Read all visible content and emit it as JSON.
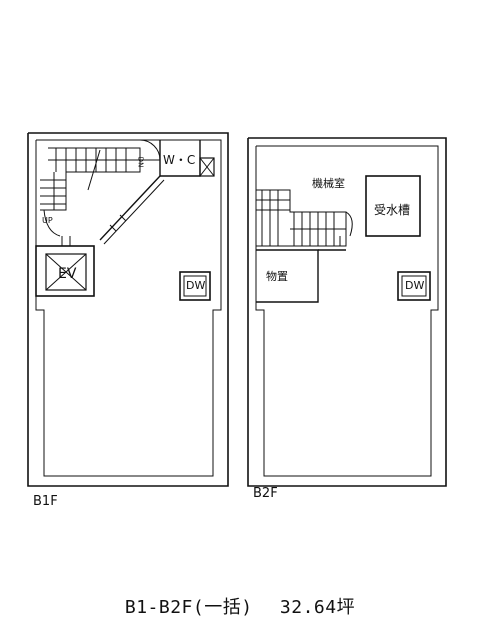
{
  "floors": {
    "b1": {
      "label": "B1F",
      "rooms": {
        "wc": "W・C",
        "up": "UP",
        "ev": "EV",
        "dw": "DW",
        "dn": "DN"
      }
    },
    "b2": {
      "label": "B2F",
      "rooms": {
        "machine_room": "機械室",
        "water_tank": "受水槽",
        "storage": "物置",
        "dw": "DW"
      }
    }
  },
  "caption": {
    "floors": "B1-B2F(一括)",
    "area": "32.64坪"
  }
}
